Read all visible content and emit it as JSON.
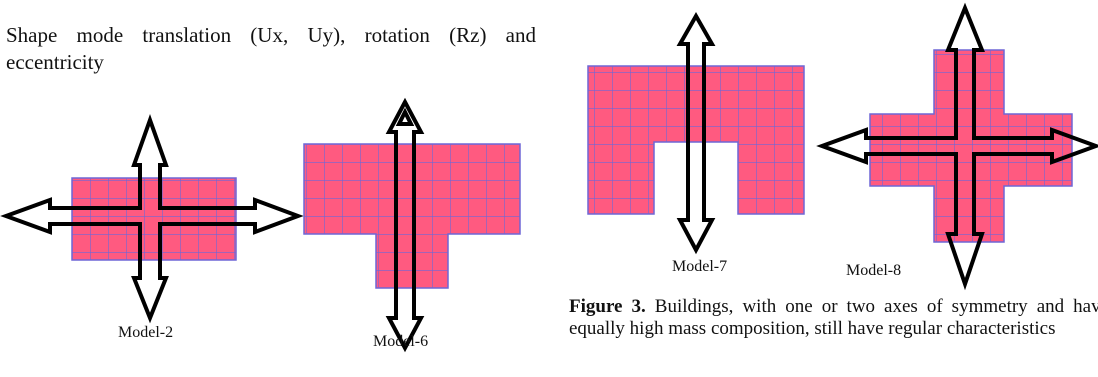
{
  "intro_text": "Shape mode translation (Ux, Uy), rotation (Rz) and eccentricity",
  "models": [
    {
      "label": "Model-2"
    },
    {
      "label": "Model-6"
    },
    {
      "label": "Model-7"
    },
    {
      "label": "Model-8"
    }
  ],
  "caption": {
    "prefix": "Figure 3.",
    "text": "Buildings, with one or two axes of symmetry and have equally high mass composition, still have regular characteristics"
  },
  "colors": {
    "fill": "#ff5a80",
    "grid": "#6f66d6",
    "arrow": "#000000"
  }
}
